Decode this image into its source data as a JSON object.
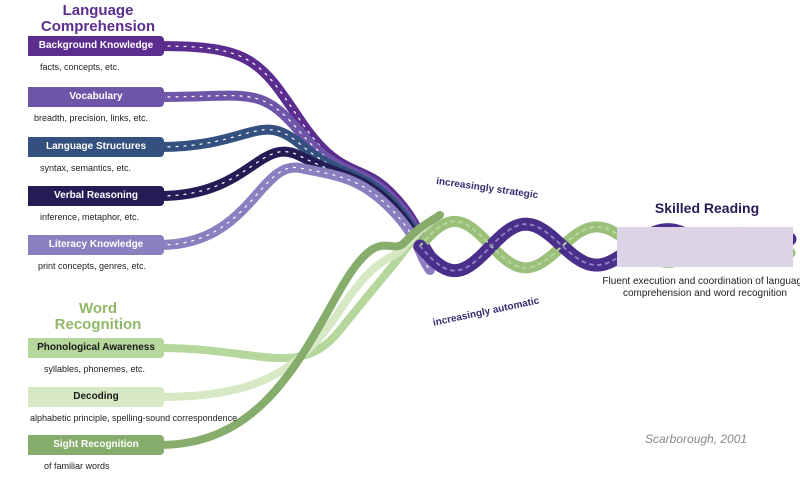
{
  "language_comprehension": {
    "title": "Language Comprehension",
    "strands": [
      {
        "label": "Background Knowledge",
        "sub": "facts, concepts, etc.",
        "color": "#5b2d8e",
        "text_color": "#ffffff"
      },
      {
        "label": "Vocabulary",
        "sub": "breadth, precision, links, etc.",
        "color": "#6f55a8",
        "text_color": "#ffffff"
      },
      {
        "label": "Language Structures",
        "sub": "syntax, semantics, etc.",
        "color": "#33507e",
        "text_color": "#ffffff"
      },
      {
        "label": "Verbal Reasoning",
        "sub": "inference, metaphor, etc.",
        "color": "#241c55",
        "text_color": "#ffffff"
      },
      {
        "label": "Literacy Knowledge",
        "sub": "print concepts, genres, etc.",
        "color": "#8b7fc0",
        "text_color": "#ffffff"
      }
    ]
  },
  "word_recognition": {
    "title": "Word Recognition",
    "strands": [
      {
        "label": "Phonological Awareness",
        "sub": "syllables, phonemes, etc.",
        "color": "#b6d79c",
        "text_color": "#1b1b1b"
      },
      {
        "label": "Decoding",
        "sub": "alphabetic principle, spelling-sound correspondence",
        "color": "#d6e8c4",
        "text_color": "#1b1b1b"
      },
      {
        "label": "Sight Recognition",
        "sub": "of familiar words",
        "color": "#86ad6c",
        "text_color": "#ffffff"
      }
    ]
  },
  "annotations": {
    "strategic": "increasingly strategic",
    "automatic": "increasingly automatic"
  },
  "outcome": {
    "title": "Skilled Reading",
    "description": "Fluent execution and coordination of language comprehension and word recognition",
    "box_color": "#dcd3e6"
  },
  "citation": "Scarborough, 2001"
}
